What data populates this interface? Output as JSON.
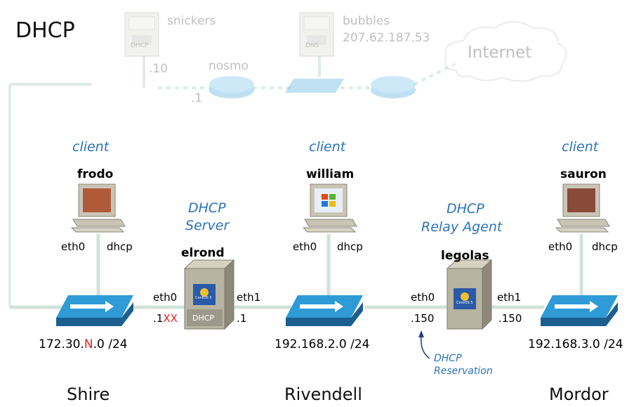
{
  "title": "DHCP",
  "background_nodes": {
    "snickers": {
      "name": "snickers",
      "box": "DHCP",
      "ip": ".10"
    },
    "bubbles": {
      "name": "bubbles",
      "ip": "207.62.187.53",
      "box": "DNS"
    },
    "router": {
      "name": "nosmo",
      "ip": ".1"
    },
    "internet": "Internet"
  },
  "hosts": {
    "frodo": {
      "role": "client",
      "name": "frodo",
      "if": "eth0",
      "mode": "dhcp"
    },
    "william": {
      "role": "client",
      "name": "william",
      "if": "eth0",
      "mode": "dhcp"
    },
    "sauron": {
      "role": "client",
      "name": "sauron",
      "if": "eth0",
      "mode": "dhcp"
    }
  },
  "servers": {
    "elrond": {
      "role_line1": "DHCP",
      "role_line2": "Server",
      "name": "elrond",
      "left_if": "eth0",
      "right_if": "eth1",
      "left_ip_prefix": ".1",
      "left_ip_suffix": "XX",
      "right_ip": ".1",
      "box_label": "DHCP",
      "os_badge": "CentOS 5"
    },
    "legolas": {
      "role_line1": "DHCP",
      "role_line2": "Relay Agent",
      "name": "legolas",
      "left_if": "eth0",
      "right_if": "eth1",
      "left_ip": ".150",
      "right_ip": ".150",
      "os_badge": "CentOS 5"
    }
  },
  "networks": {
    "shire": {
      "prefix": "172.30.",
      "var": "N",
      "suffix": ".0 /24",
      "region": "Shire"
    },
    "rivendell": {
      "net": "192.168.2.0 /24",
      "region": "Rivendell"
    },
    "mordor": {
      "net": "192.168.3.0 /24",
      "region": "Mordor"
    }
  },
  "annotation": {
    "line1": "DHCP",
    "line2": "Reservation"
  },
  "colors": {
    "role_text": "#2a73b8",
    "red_text": "#e0241b",
    "cable": "#cfe3da",
    "switch_top": "#2e9ad6",
    "switch_side": "#1b5f8f",
    "faded": "#c0c0c0"
  },
  "icons": [
    "server-tower",
    "desktop-pc",
    "network-switch",
    "router",
    "cloud"
  ]
}
